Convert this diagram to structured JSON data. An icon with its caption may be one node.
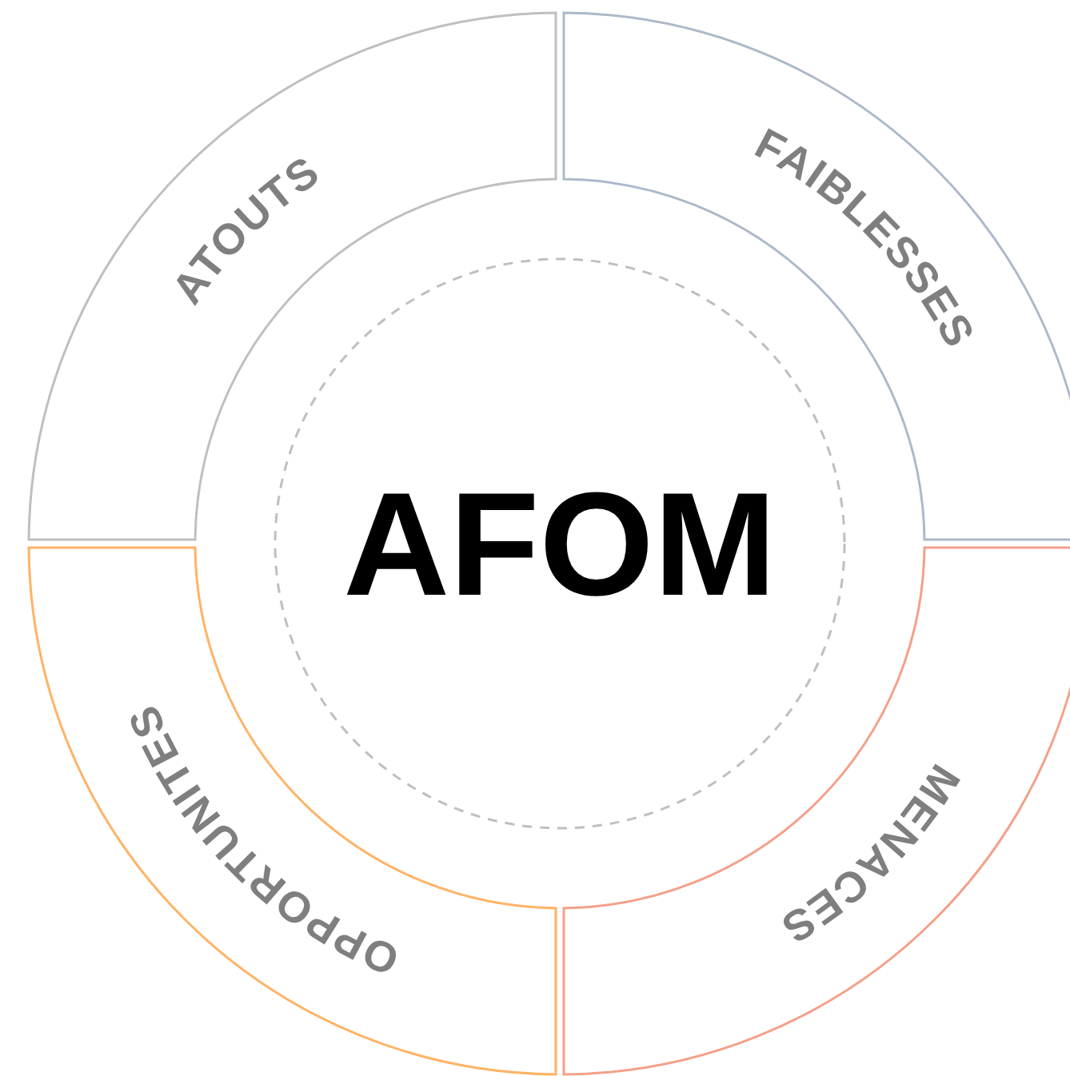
{
  "diagram": {
    "nodes": [
      {
        "text": [
          "ATOUTS"
        ]
      },
      {
        "text": [
          "FAIBLESSES"
        ]
      },
      {
        "text": [
          "AFOM"
        ]
      },
      {
        "text": [
          "OPPORTUNITES"
        ]
      },
      {
        "text": [
          "MENACES"
        ]
      }
    ]
  }
}
